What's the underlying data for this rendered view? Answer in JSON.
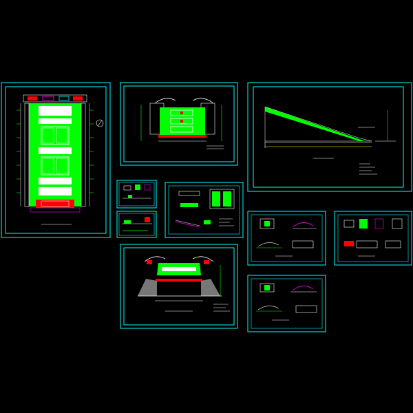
{
  "drawing": {
    "background": "#000000",
    "colors": {
      "frame": "#00ffff",
      "fill": "#00ff00",
      "accent": "#ff0000",
      "highlight": "#ff00ff",
      "yellow": "#ffff00",
      "line": "#ffffff"
    },
    "sheets": [
      {
        "name": "site-plan-sheet"
      },
      {
        "name": "front-elevation-sheet"
      },
      {
        "name": "slope-section-sheet"
      },
      {
        "name": "detail-sheet-a"
      },
      {
        "name": "detail-sheet-b"
      },
      {
        "name": "detail-sheet-c"
      },
      {
        "name": "detail-sheet-d"
      },
      {
        "name": "detail-sheet-e"
      },
      {
        "name": "cross-section-sheet"
      },
      {
        "name": "detail-sheet-f"
      }
    ]
  }
}
